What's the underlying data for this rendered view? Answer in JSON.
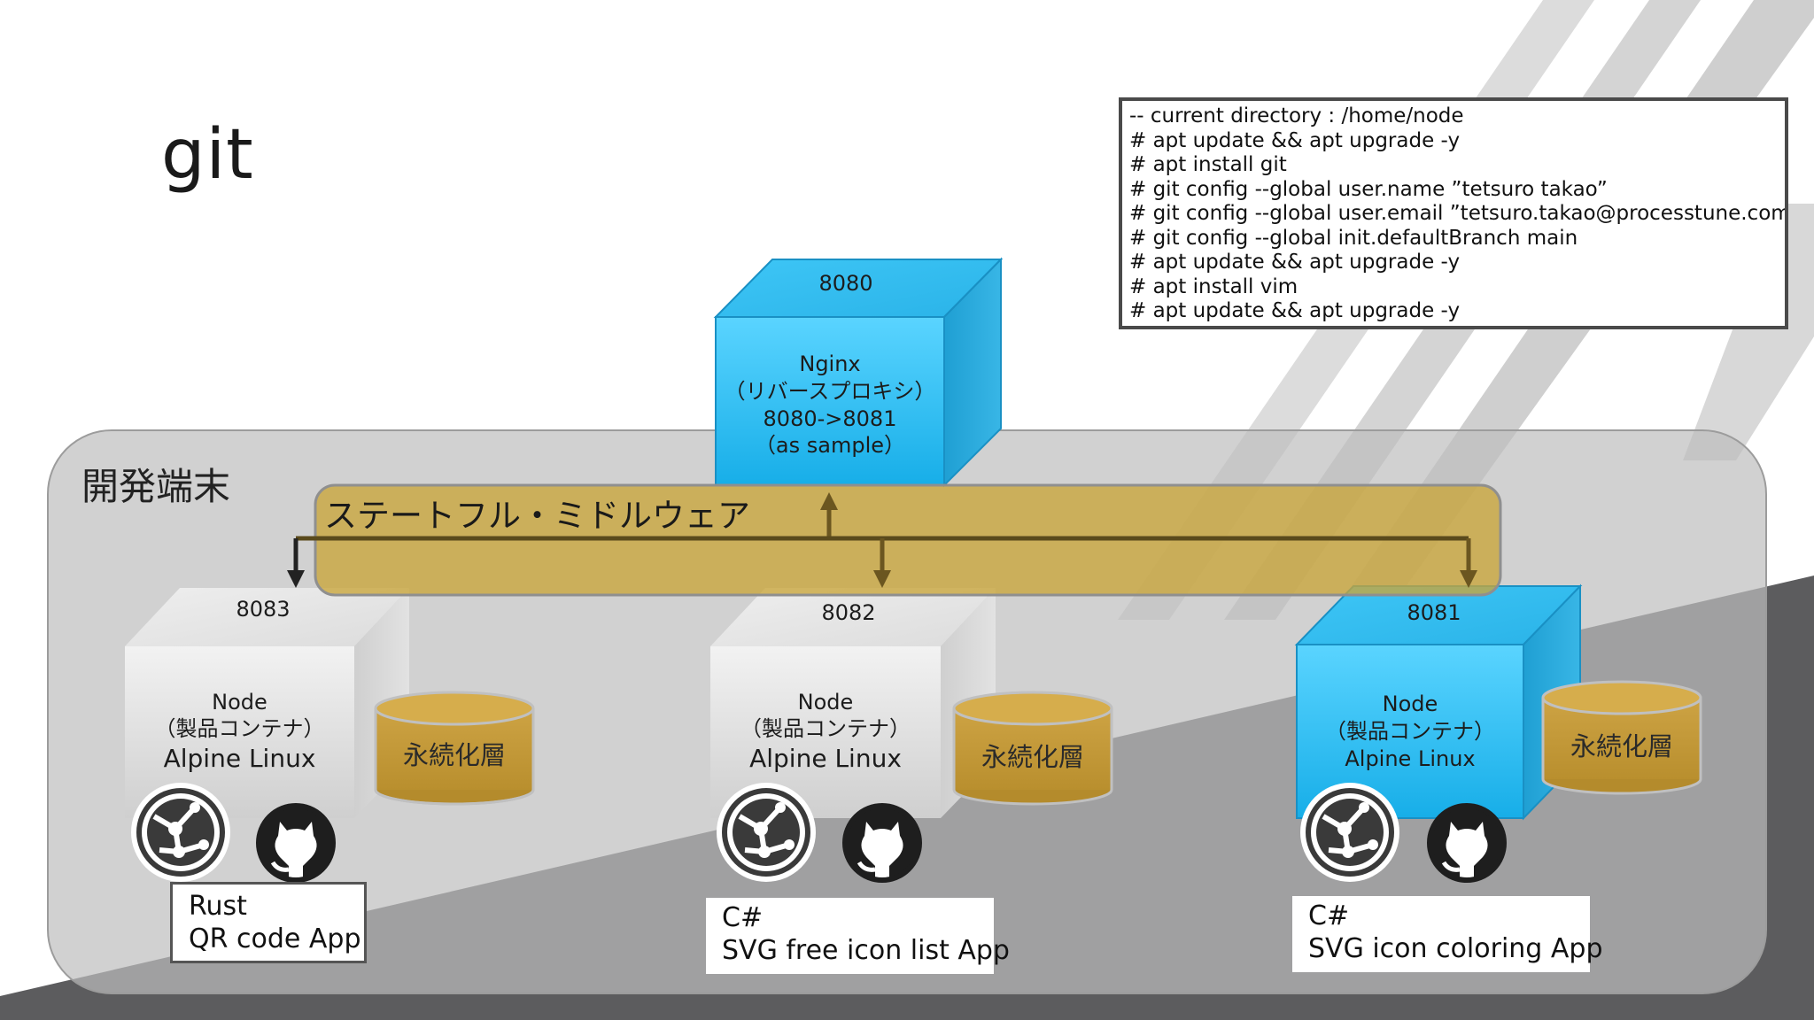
{
  "slide": {
    "title": "git"
  },
  "commands": [
    "-- current directory : /home/node",
    "# apt update && apt upgrade -y",
    "# apt install git",
    "# git config --global user.name ”tetsuro takao”",
    "# git config --global user.email ”tetsuro.takao@processtune.com”",
    "# git config --global init.defaultBranch main",
    "# apt update && apt upgrade -y",
    "# apt install vim",
    "# apt update && apt upgrade -y"
  ],
  "region": {
    "label": "開発端末"
  },
  "middleware": {
    "label": "ステートフル・ミドルウェア"
  },
  "proxy": {
    "port": "8080",
    "lines": [
      "Nginx",
      "（リバースプロキシ）",
      "8080->8081",
      "（as sample）"
    ]
  },
  "containers": [
    {
      "port": "8083",
      "name": "Node",
      "sub": "（製品コンテナ）",
      "os": "Alpine Linux",
      "storage": "永続化層",
      "app_lines": [
        "Rust",
        "QR code App"
      ]
    },
    {
      "port": "8082",
      "name": "Node",
      "sub": "（製品コンテナ）",
      "os": "Alpine Linux",
      "storage": "永続化層",
      "app_lines": [
        "C#",
        "SVG free icon list App"
      ]
    },
    {
      "port": "8081",
      "name": "Node",
      "sub": "（製品コンテナ）",
      "os": "Alpine Linux",
      "storage": "永続化層",
      "app_lines": [
        "C#",
        "SVG icon coloring App"
      ]
    }
  ],
  "icons": {
    "service": "service-hub-icon",
    "repo": "github-icon"
  },
  "colors": {
    "accent_blue": "#38c6f6",
    "amber_band": "#c9a53a",
    "region_fill": "#a3a3a3",
    "dark_ground": "#5c5c5e"
  }
}
